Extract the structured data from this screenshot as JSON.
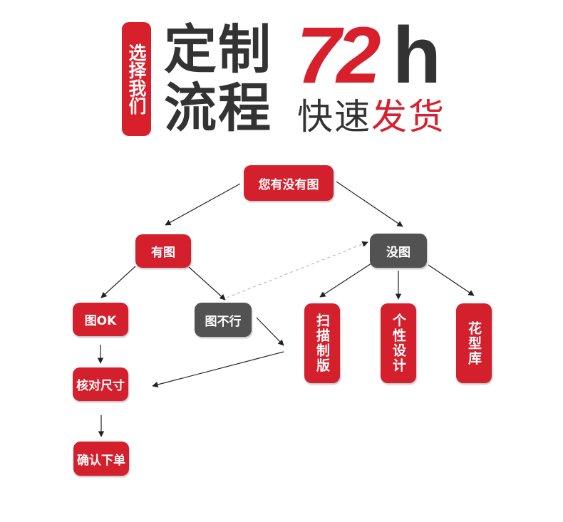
{
  "header": {
    "tag": "选择我们",
    "line1": "定制",
    "line2": "流程",
    "number": "72",
    "unit": "h",
    "subtitle_plain": "快速",
    "subtitle_accent": "发货"
  },
  "colors": {
    "accent": "#d41f2d",
    "dark": "#525252",
    "text": "#333333"
  },
  "nodes": {
    "root": "您有没有图",
    "has": "有图",
    "none": "没图",
    "ok": "图OK",
    "bad": "图不行",
    "scan": "扫描制版",
    "design": "个性设计",
    "library": "花型库",
    "check": "核对尺寸",
    "order": "确认下单"
  }
}
